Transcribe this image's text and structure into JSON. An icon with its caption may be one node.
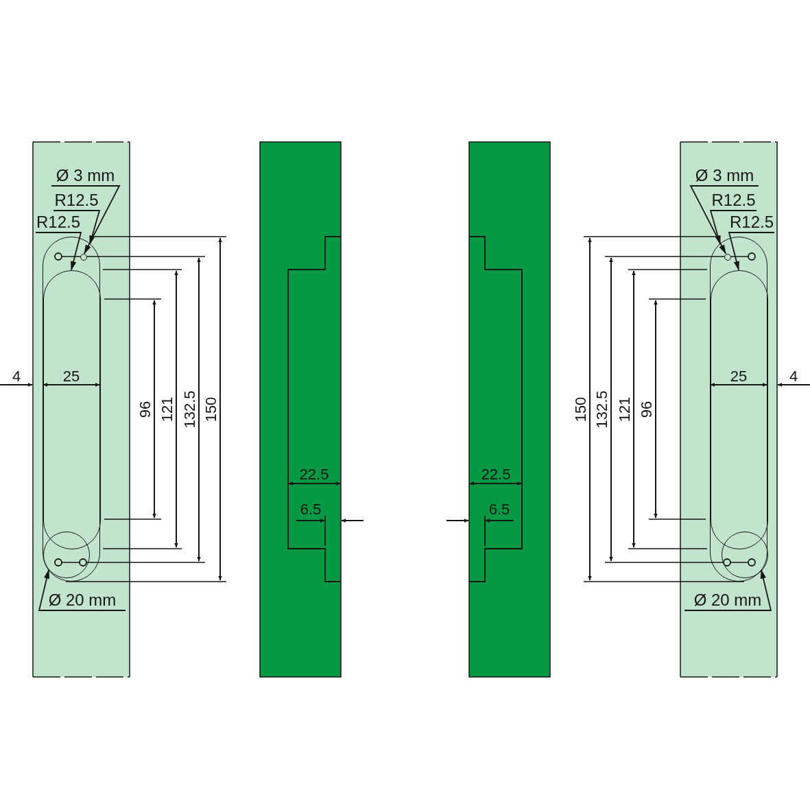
{
  "diagram": {
    "nodes": [
      {
        "text": [
          "Ø 3 mm"
        ]
      },
      {
        "text": [
          "R12.5"
        ]
      },
      {
        "text": [
          "R12.5"
        ]
      },
      {
        "text": [],
        "shape": "box"
      },
      {
        "text": [],
        "shape": "circle",
        "in": 3
      },
      {
        "text": [],
        "shape": "box",
        "in": 3
      },
      {
        "text": [],
        "shape": "circle",
        "in": 3
      },
      {
        "text": [
          "Ø 20 mm"
        ]
      },
      {
        "text": [
          "Ø 3 mm"
        ]
      },
      {
        "text": [
          "R12.5"
        ]
      },
      {
        "text": [
          "R12.5"
        ]
      },
      {
        "text": [],
        "shape": "box"
      },
      {
        "text": [],
        "shape": "circle",
        "in": 11
      },
      {
        "text": [],
        "shape": "box",
        "in": 11
      },
      {
        "text": [],
        "shape": "circle",
        "in": 11
      },
      {
        "text": [
          "Ø 20 mm"
        ]
      }
    ],
    "edges": [
      {
        "from": 0,
        "to": 4,
        "arrow": "to"
      },
      {
        "from": 1,
        "to": 3,
        "arrow": "to"
      },
      {
        "from": 2,
        "to": 5,
        "arrow": "to"
      },
      {
        "from": 7,
        "to": 6,
        "arrow": "to"
      },
      {
        "from": 8,
        "to": 12,
        "arrow": "to"
      },
      {
        "from": 9,
        "to": 11,
        "arrow": "to"
      },
      {
        "from": 10,
        "to": 13,
        "arrow": "to"
      },
      {
        "from": 15,
        "to": 14,
        "arrow": "to"
      }
    ],
    "labels": [
      "4",
      "25",
      "96",
      "121",
      "132.5",
      "150",
      "22.5",
      "6.5",
      "22.5",
      "6.5",
      "150",
      "132.5",
      "121",
      "96",
      "25",
      "4"
    ]
  }
}
